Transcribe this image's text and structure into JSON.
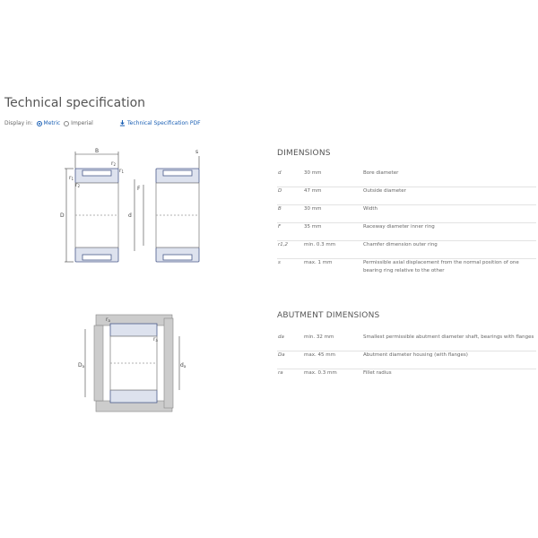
{
  "header": {
    "title": "Technical specification",
    "display_label": "Display in:",
    "metric_label": "Metric",
    "imperial_label": "Imperial",
    "pdf_link_label": "Technical Specification PDF"
  },
  "dimensions": {
    "title": "DIMENSIONS",
    "rows": [
      {
        "sym": "d",
        "val": "30 mm",
        "desc": "Bore diameter"
      },
      {
        "sym": "D",
        "val": "47 mm",
        "desc": "Outside diameter"
      },
      {
        "sym": "B",
        "val": "30 mm",
        "desc": "Width"
      },
      {
        "sym": "F",
        "val": "35 mm",
        "desc": "Raceway diameter inner ring"
      },
      {
        "sym": "r1,2",
        "val": "min. 0.3 mm",
        "desc": "Chamfer dimension outer ring"
      },
      {
        "sym": "s",
        "val": "max. 1 mm",
        "desc": "Permissible axial displacement from the normal position of one bearing ring relative to the other"
      }
    ]
  },
  "abutment": {
    "title": "ABUTMENT DIMENSIONS",
    "rows": [
      {
        "sym": "da",
        "val": "min. 32 mm",
        "desc": "Smallest permissible abutment diameter shaft, bearings with flanges"
      },
      {
        "sym": "Da",
        "val": "max. 45 mm",
        "desc": "Abutment diameter housing (with flanges)"
      },
      {
        "sym": "ra",
        "val": "max. 0.3 mm",
        "desc": "Fillet radius"
      }
    ]
  },
  "diagram_labels": {
    "B": "B",
    "r2": "r",
    "r2_sub": "2",
    "r1": "r",
    "r1_sub": "1",
    "r1_left": "r",
    "r2_left": "r",
    "D": "D",
    "d": "d",
    "F": "F",
    "s": "s",
    "ra_top": "r",
    "ra_sub": "a",
    "ra_right": "r",
    "Da": "D",
    "Da_sub": "a",
    "da": "d",
    "da_sub": "a"
  },
  "colors": {
    "ring_fill": "#dde2ee",
    "ring_stroke": "#4a5a8a",
    "line": "#444444",
    "link": "#1a5fb4",
    "housing": "#cccccc"
  }
}
